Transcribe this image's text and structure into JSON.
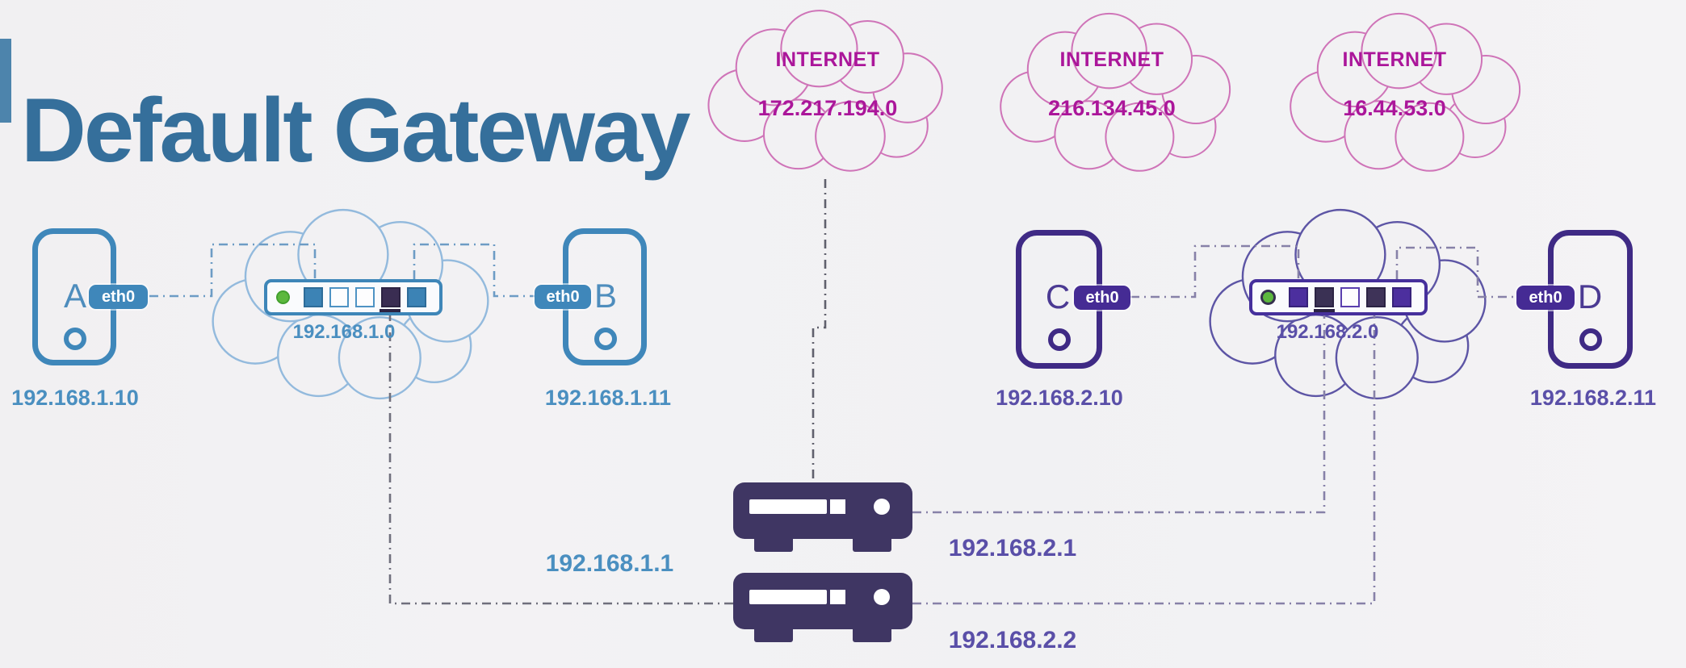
{
  "title": {
    "text": "Default Gateway"
  },
  "internet_clouds": [
    {
      "label": "INTERNET",
      "ip": "172.217.194.0"
    },
    {
      "label": "INTERNET",
      "ip": "216.134.45.0"
    },
    {
      "label": "INTERNET",
      "ip": "16.44.53.0"
    }
  ],
  "networks": [
    {
      "subnet": "192.168.1.0"
    },
    {
      "subnet": "192.168.2.0"
    }
  ],
  "hosts": [
    {
      "name": "A",
      "interface": "eth0",
      "ip": "192.168.1.10"
    },
    {
      "name": "B",
      "interface": "eth0",
      "ip": "192.168.1.11"
    },
    {
      "name": "C",
      "interface": "eth0",
      "ip": "192.168.2.10"
    },
    {
      "name": "D",
      "interface": "eth0",
      "ip": "192.168.2.11"
    }
  ],
  "routers": [
    {
      "interface_ips": [
        "192.168.2.1"
      ]
    },
    {
      "interface_ips": [
        "192.168.1.1",
        "192.168.2.2"
      ]
    }
  ],
  "colors": {
    "lan1_accent": "#3f87ba",
    "lan2_accent": "#452b94",
    "internet_text": "#ab169a",
    "router_fill": "#3f3663",
    "led_green": "#5cb83e",
    "title_text": "#356f9b"
  }
}
